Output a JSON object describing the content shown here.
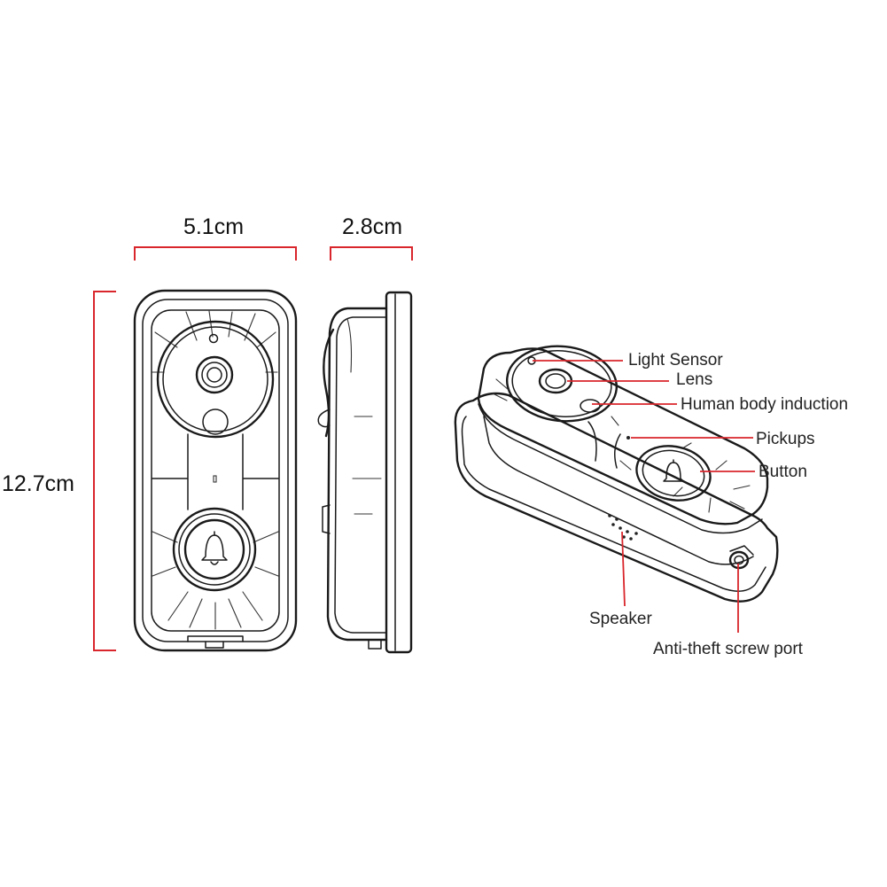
{
  "dimensions": {
    "width": "5.1cm",
    "depth": "2.8cm",
    "height": "12.7cm"
  },
  "labels": {
    "light_sensor": "Light Sensor",
    "lens": "Lens",
    "human_body_induction": "Human body induction",
    "pickups": "Pickups",
    "button": "Button",
    "speaker": "Speaker",
    "anti_theft_screw_port": "Anti-theft screw port"
  },
  "colors": {
    "dimension_lines": "#d9262c",
    "outline": "#1a1a1a"
  },
  "icons": [
    "bell-icon"
  ]
}
